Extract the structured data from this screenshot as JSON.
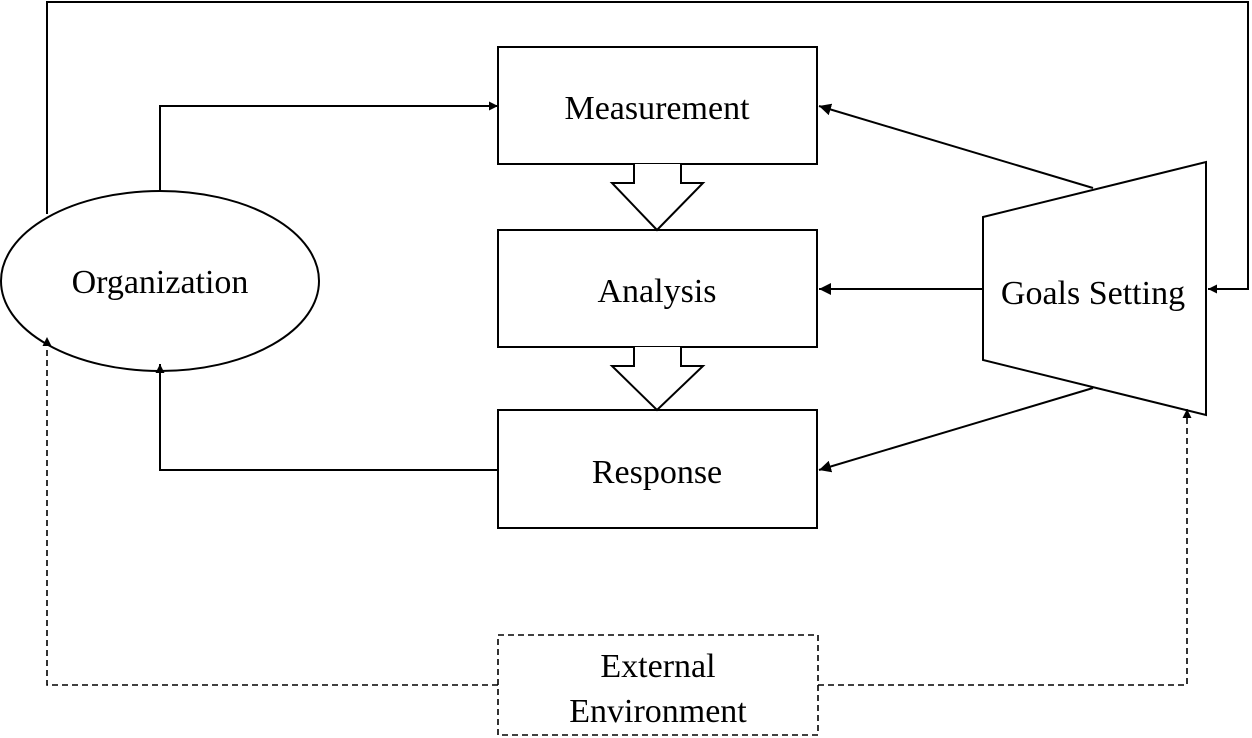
{
  "nodes": {
    "measurement": "Measurement",
    "analysis": "Analysis",
    "response": "Response",
    "organization": "Organization",
    "goals_setting": "Goals Setting",
    "external_environment_line1": "External",
    "external_environment_line2": "Environment"
  },
  "colors": {
    "stroke": "#000000",
    "background": "#ffffff"
  }
}
